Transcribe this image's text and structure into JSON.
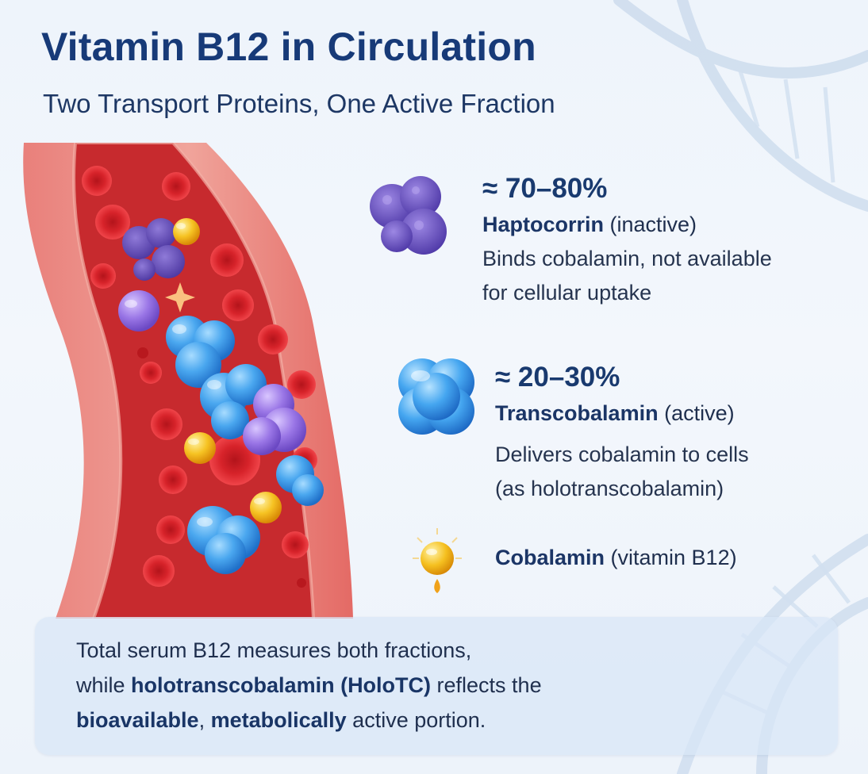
{
  "header": {
    "title": "Vitamin B12 in Circulation",
    "subtitle": "Two Transport Proteins, One Active Fraction"
  },
  "legend": {
    "haptocorrin": {
      "percent": "≈ 70–80%",
      "name": "Haptocorrin",
      "qualifier": " (inactive)",
      "desc_line1": "Binds cobalamin, not available",
      "desc_line2": "for cellular uptake",
      "icon": "haptocorrin-cluster-icon",
      "color": "#6a4fc4"
    },
    "transcobalamin": {
      "percent": "≈ 20–30%",
      "name": "Transcobalamin",
      "qualifier": " (active)",
      "desc_line1": "Delivers cobalamin to cells",
      "desc_line2": "(as holotranscobalamin)",
      "icon": "transcobalamin-molecule-icon",
      "color": "#2f8fe3"
    },
    "cobalamin": {
      "name": "Cobalamin",
      "qualifier": " (vitamin B12)",
      "icon": "cobalamin-sphere-icon",
      "color": "#f2b31c"
    }
  },
  "note": {
    "line1": "Total serum B12 measures both fractions,",
    "line2_pre": "while ",
    "line2_bold": "holotranscobalamin (HoloTC)",
    "line2_post": " reflects the",
    "line3_bold1": "bioavailable",
    "line3_sep": ", ",
    "line3_bold2": "metabolically",
    "line3_post": " active portion."
  },
  "colors": {
    "title": "#173a78",
    "vessel": "#e2524f",
    "red_cell": "#e0262c",
    "note_background": "#d8e6f6"
  }
}
